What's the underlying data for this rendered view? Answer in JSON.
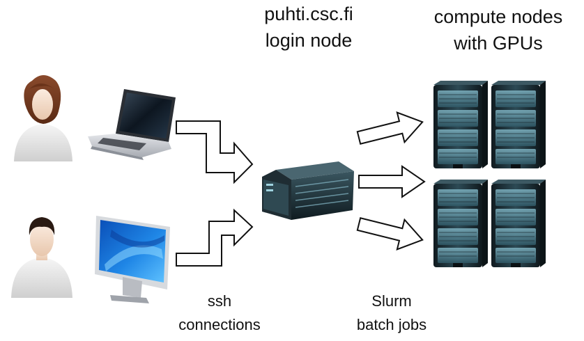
{
  "labels": {
    "login_node_host": "puhti.csc.fi",
    "login_node_caption": "login node",
    "compute_title_1": "compute nodes",
    "compute_title_2": "with GPUs",
    "ssh_1": "ssh",
    "ssh_2": "connections",
    "slurm_1": "Slurm",
    "slurm_2": "batch jobs"
  },
  "icons": {
    "users": [
      "user-female-icon",
      "user-male-icon"
    ],
    "devices": [
      "laptop-icon",
      "desktop-monitor-icon"
    ],
    "login_node": "server-icon",
    "compute_nodes": "rack-server-icon"
  },
  "colors": {
    "skin": "#f3dcc8",
    "shirt": "#e9e9e9",
    "server_dark": "#1e2a30",
    "server_teal": "#3c6f7c",
    "arrow_stroke": "#111111",
    "screen_blue": "#1d6fd6"
  }
}
